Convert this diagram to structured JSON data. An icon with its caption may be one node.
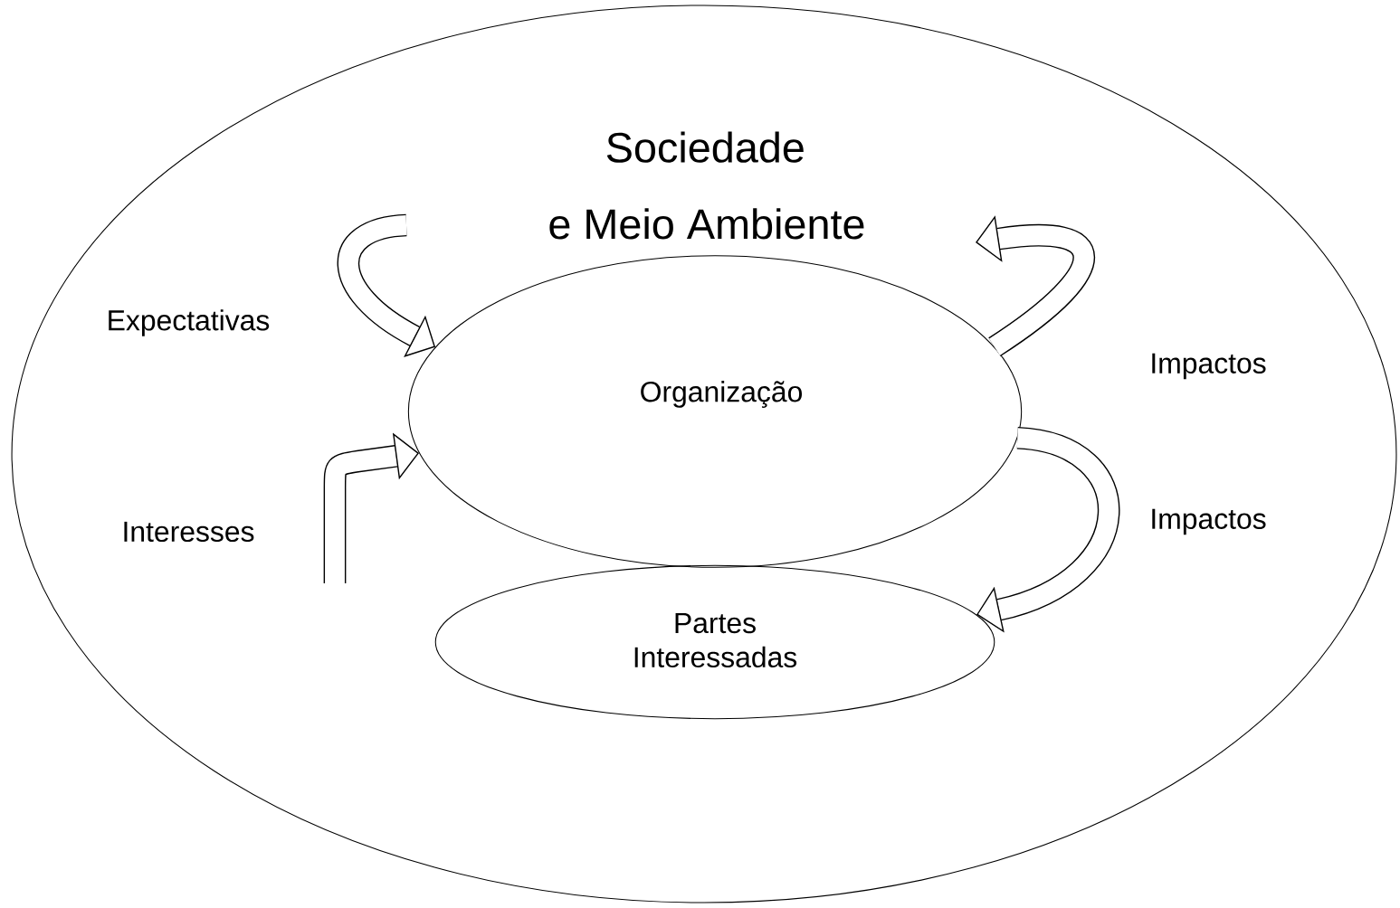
{
  "diagram": {
    "nodes": [
      {
        "text": [
          "Sociedade e Meio Ambiente"
        ]
      },
      {
        "text": [
          "Organização"
        ],
        "in": 0
      },
      {
        "text": [
          "Partes Interessadas"
        ],
        "in": 0
      }
    ],
    "edges": [
      {
        "from": null,
        "to": 1,
        "arrow": "to"
      },
      {
        "from": null,
        "to": 1,
        "arrow": "to"
      },
      {
        "from": 1,
        "to": null,
        "arrow": "to"
      },
      {
        "from": 1,
        "to": 2,
        "arrow": "to"
      }
    ],
    "labels": [
      "Expectativas",
      "Impactos",
      "Interesses",
      "Impactos"
    ]
  }
}
